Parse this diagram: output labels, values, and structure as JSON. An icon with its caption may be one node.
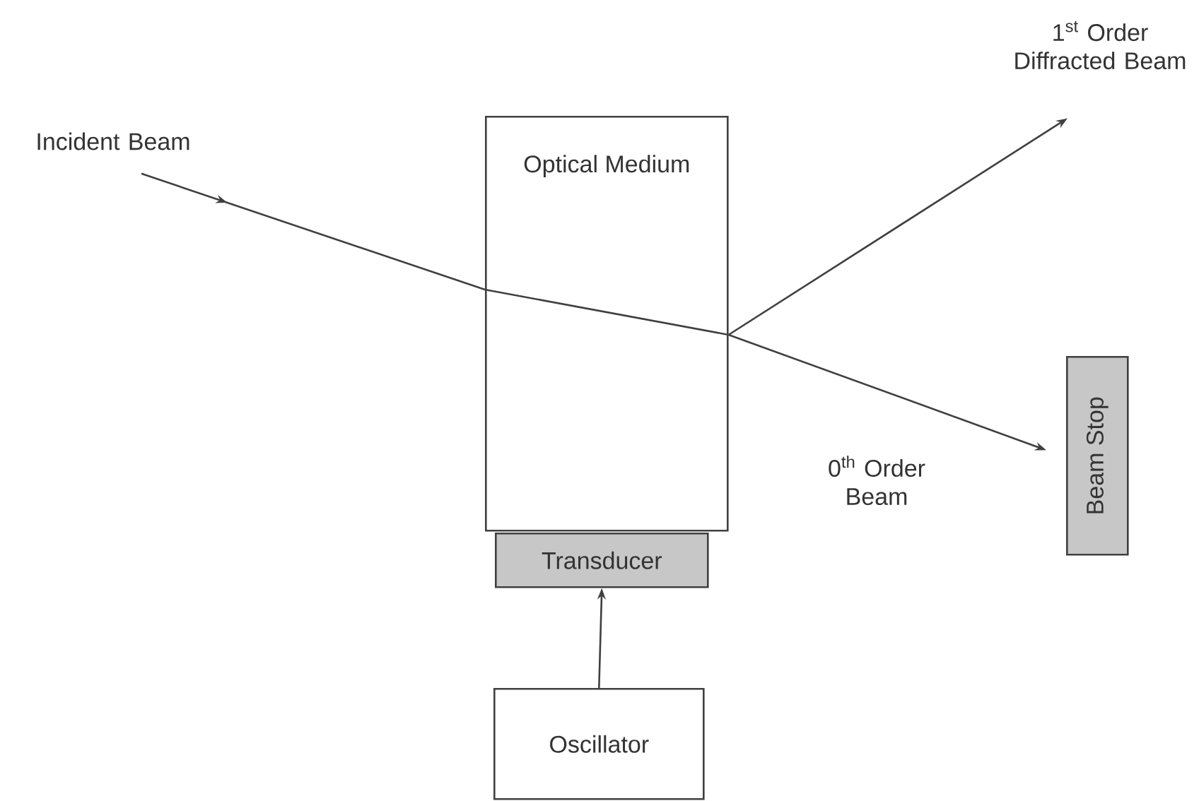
{
  "diagram": {
    "nodes": [
      {
        "text": [
          "Optical Medium"
        ]
      },
      {
        "text": [
          "Transducer"
        ]
      },
      {
        "text": [
          "Oscillator"
        ]
      },
      {
        "text": [
          "Beam Stop"
        ]
      },
      {
        "text": [
          "1$^{st}$ Order Diffracted Beam"
        ]
      },
      {
        "text": [
          "Incident Beam"
        ]
      }
    ],
    "edges": [
      {
        "from": 5,
        "to": 0,
        "arrow": "to"
      },
      {
        "from": 0,
        "to": 4,
        "arrow": "to"
      },
      {
        "from": 0,
        "to": 3,
        "arrow": "to",
        "label": "0$^{th}$ Order Beam"
      },
      {
        "from": 2,
        "to": 1,
        "arrow": "to"
      }
    ]
  }
}
